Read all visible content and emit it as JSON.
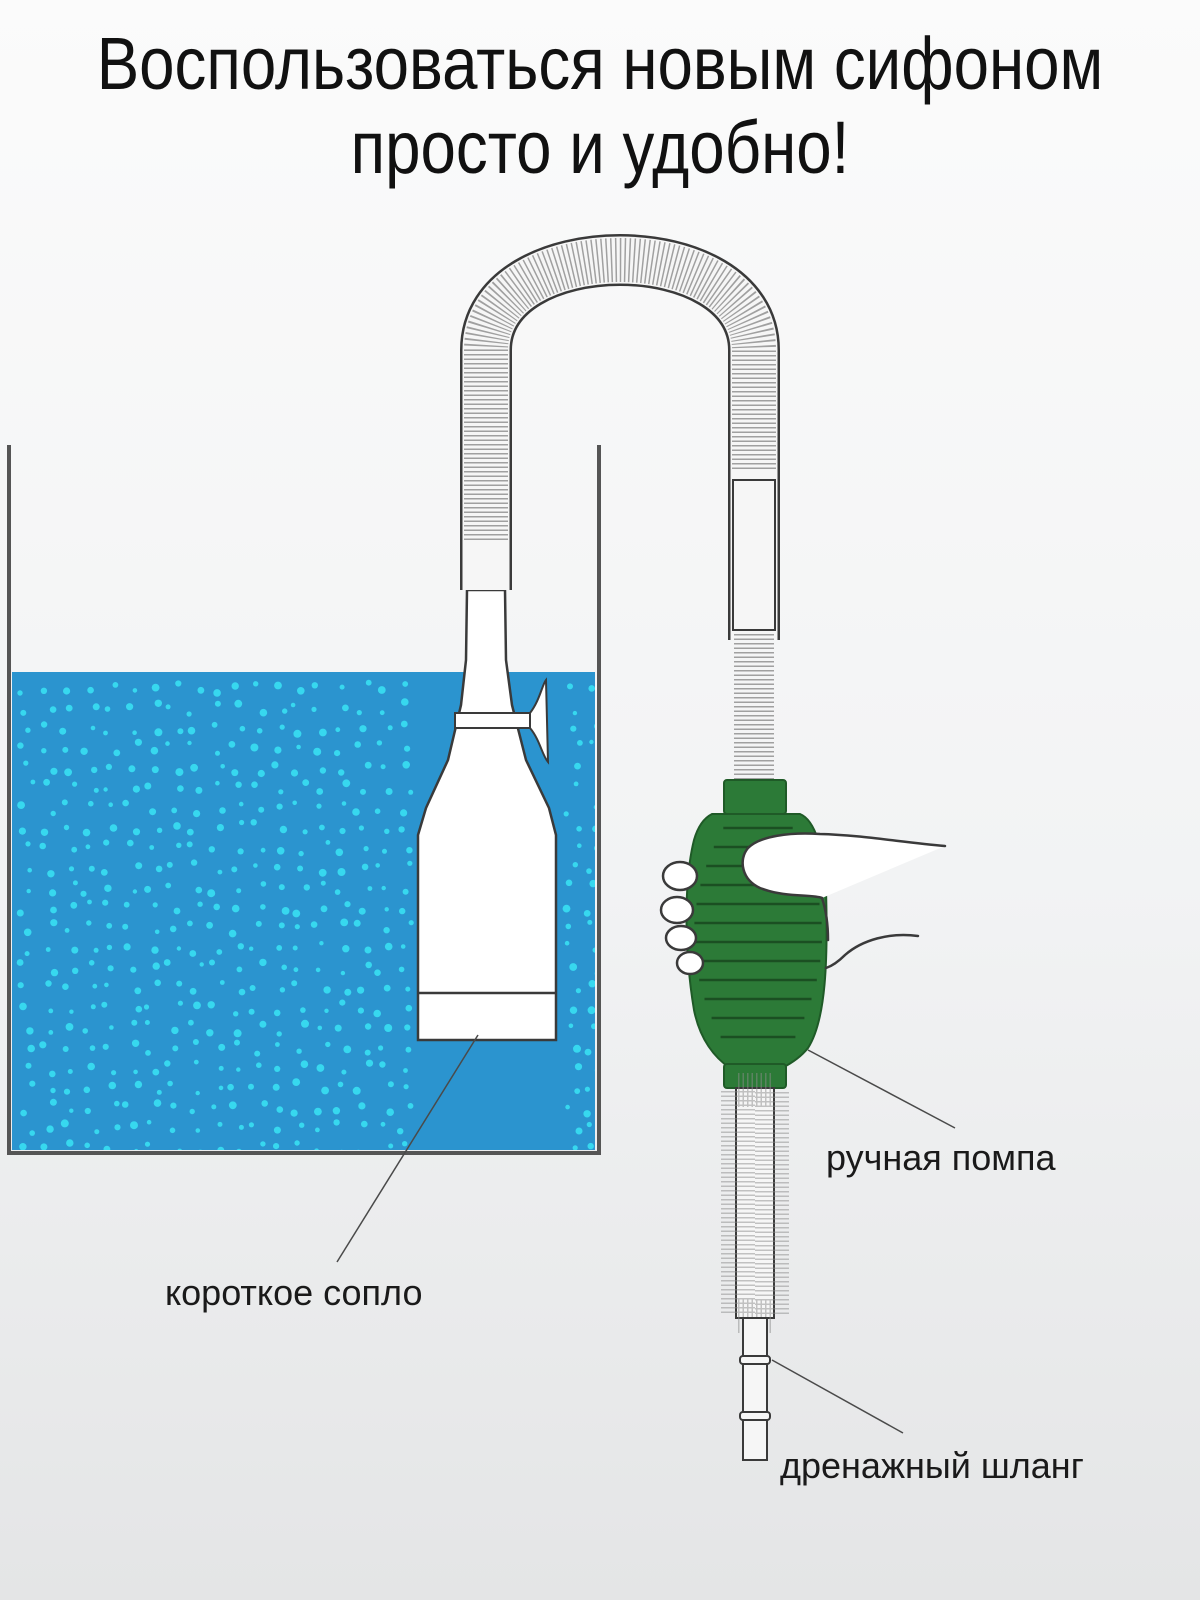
{
  "headline": {
    "line1": "Воспользоваться новым сифоном",
    "line2": "просто и удобно!"
  },
  "callouts": {
    "hand_pump": "ручная помпа",
    "short_nozzle": "короткое сопло",
    "drain_hose": "дренажный шланг"
  },
  "colors": {
    "water": "#2b94cf",
    "bubbles": "#37d8ef",
    "pump": "#2c7a37",
    "outline": "#3a3a3a",
    "hose": "#f6f6f6"
  }
}
